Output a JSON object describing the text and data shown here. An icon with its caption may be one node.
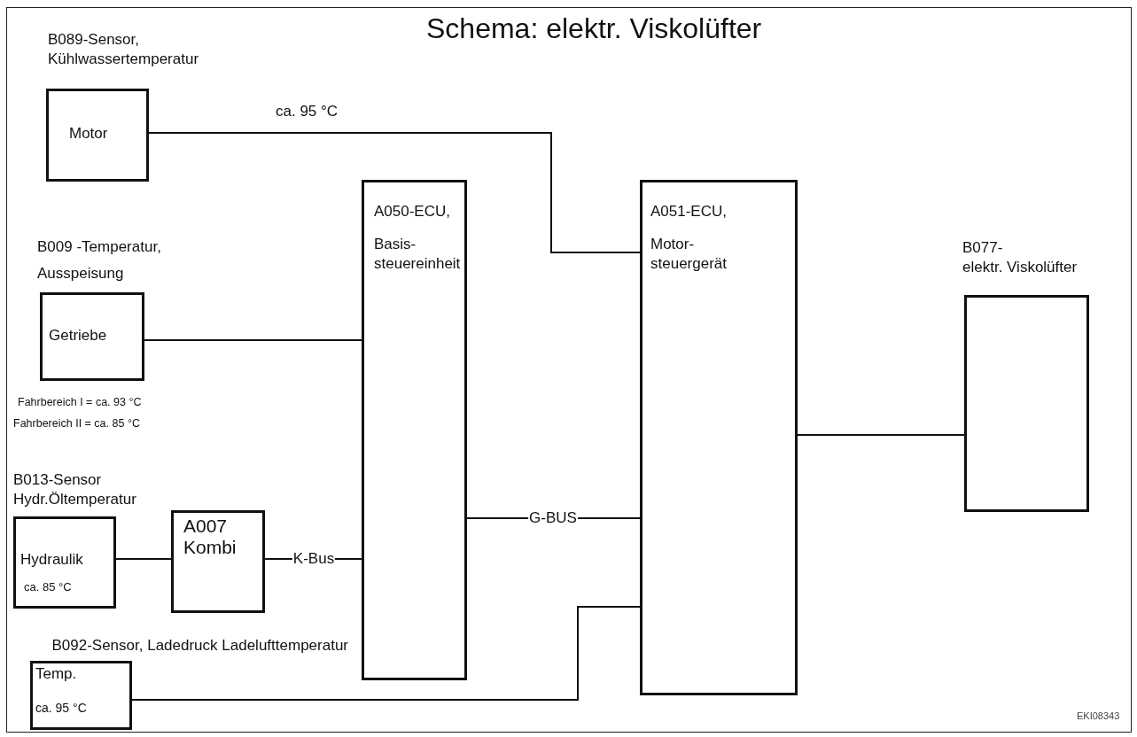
{
  "diagram": {
    "title": "Schema: elektr. Viskolüfter",
    "nodes": [
      {
        "text": [
          "B089-Sensor, Kühlwassertemperatur",
          "Motor"
        ]
      },
      {
        "text": [
          "B009 -Temperatur, Ausspeisung",
          "Getriebe"
        ],
        "beside": [
          "Fahrbereich I = ca. 93 °C",
          "Fahrbereich II = ca. 85 °C"
        ]
      },
      {
        "text": [
          "B013-Sensor Hydr.Öltemperatur",
          "Hydraulik",
          "ca. 85 °C"
        ]
      },
      {
        "text": [
          "A007 Kombi"
        ]
      },
      {
        "text": [
          "B092-Sensor, Ladedruck Ladelufttemperatur",
          "Temp.",
          "ca. 95 °C"
        ]
      },
      {
        "text": [
          "A050-ECU,",
          "Basis- steuereinheit"
        ]
      },
      {
        "text": [
          "A051-ECU,",
          "Motor- steuergerät"
        ]
      },
      {
        "text": [
          "B077- elektr. Viskolüfter"
        ]
      }
    ],
    "edges": [
      {
        "from": 0,
        "to": 6,
        "arrow": "none",
        "label": "ca. 95 °C"
      },
      {
        "from": 1,
        "to": 5,
        "arrow": "none"
      },
      {
        "from": 2,
        "to": 3,
        "arrow": "none"
      },
      {
        "from": 3,
        "to": 5,
        "arrow": "none",
        "label": "K-Bus"
      },
      {
        "from": 5,
        "to": 6,
        "arrow": "none",
        "label": "G-BUS"
      },
      {
        "from": 4,
        "to": 6,
        "arrow": "none"
      },
      {
        "from": 6,
        "to": 7,
        "arrow": "none"
      }
    ],
    "labels": [
      "EKI08343"
    ]
  }
}
